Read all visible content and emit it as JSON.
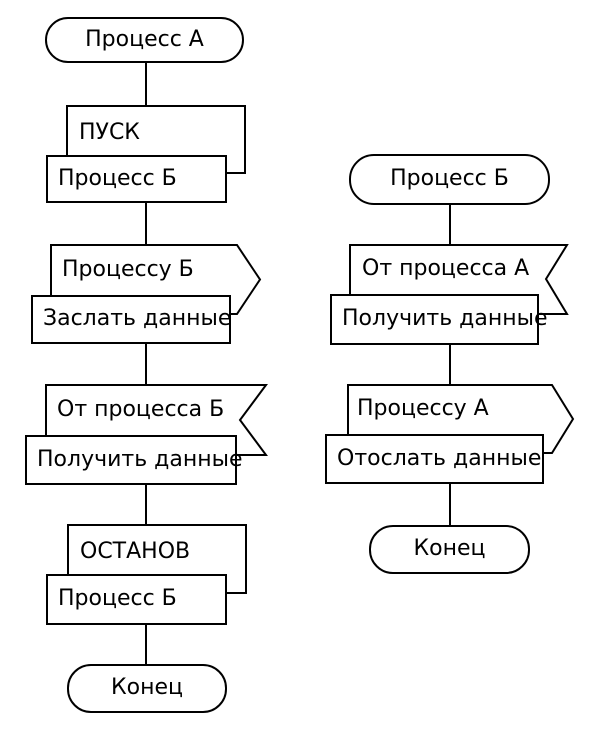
{
  "diagram": {
    "type": "flowchart",
    "colors": {
      "stroke": "#000000",
      "fill": "#ffffff",
      "background": "#ffffff"
    },
    "left_column": {
      "start_terminal": "Процесс А",
      "start_call": {
        "header": "ПУСК",
        "process": "Процесс Б"
      },
      "send": {
        "header": "Процессу Б",
        "action": "Заслать данные"
      },
      "receive": {
        "header": "От процесса Б",
        "action": "Получить данные"
      },
      "stop_call": {
        "header": "ОСТАНОВ",
        "process": "Процесс Б"
      },
      "end_terminal": "Конец"
    },
    "right_column": {
      "start_terminal": "Процесс Б",
      "receive": {
        "header": "От процесса А",
        "action": "Получить данные"
      },
      "send": {
        "header": "Процессу А",
        "action": "Отослать данные"
      },
      "end_terminal": "Конец"
    }
  }
}
